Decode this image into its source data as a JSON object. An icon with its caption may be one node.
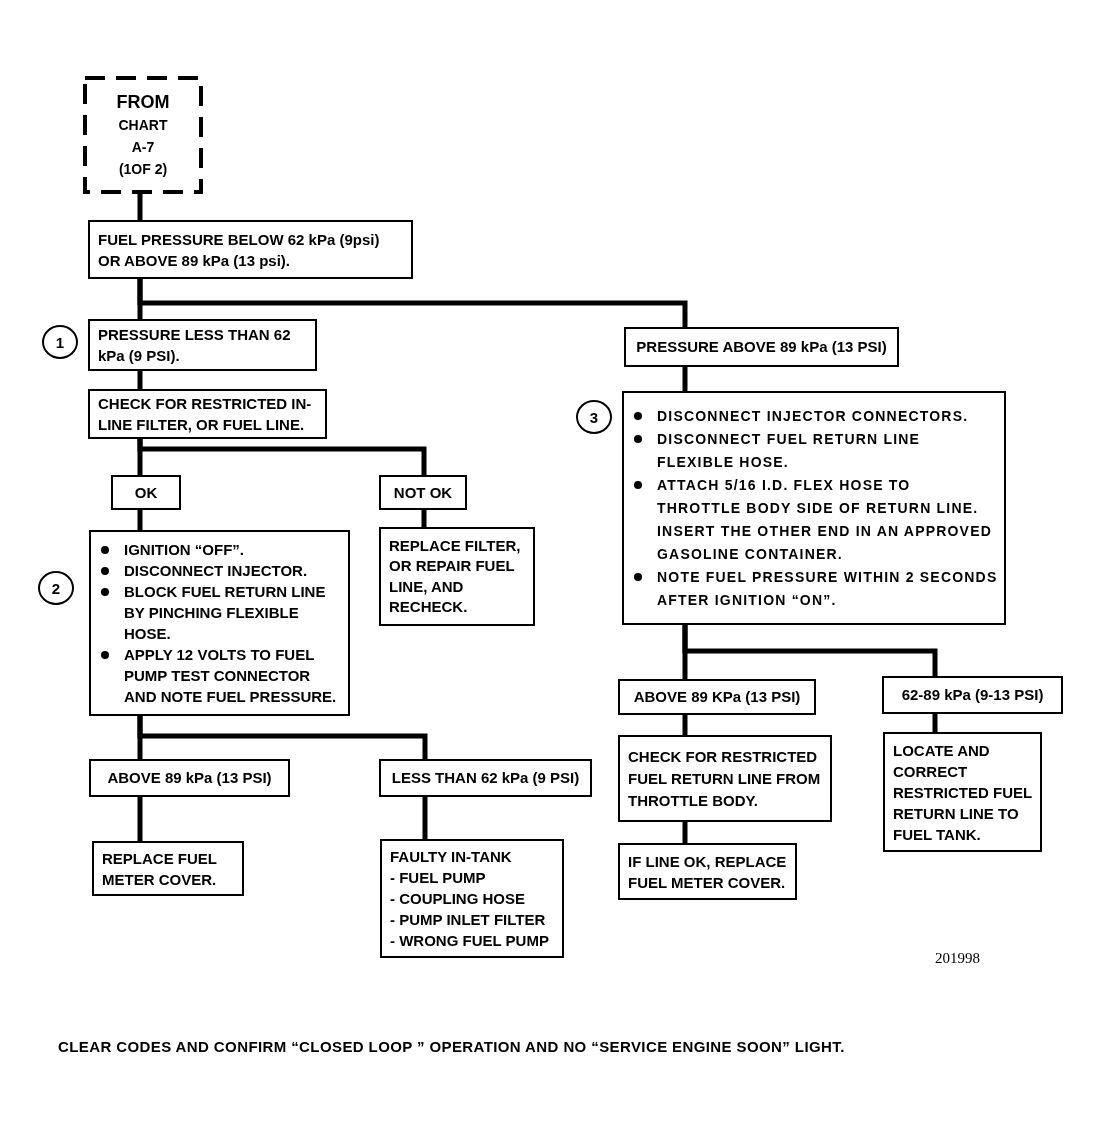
{
  "diagram": {
    "nodes": [
      {
        "text": [
          "FROM",
          "CHART A-7 (1OF 2)"
        ]
      },
      {
        "text": [
          "FUEL PRESSURE BELOW 62 kPa (9psi) OR ABOVE 89 kPa (13 psi)."
        ]
      },
      {
        "text": [
          "PRESSURE LESS THAN 62 kPa (9 PSI)."
        ],
        "beside": [
          "1"
        ]
      },
      {
        "text": [
          "CHECK FOR RESTRICTED IN-LINE FILTER, OR FUEL LINE."
        ]
      },
      {
        "text": [
          "OK"
        ]
      },
      {
        "text": [
          "NOT OK"
        ]
      },
      {
        "text": [
          "IGNITION “OFF”.",
          "DISCONNECT INJECTOR.",
          "BLOCK FUEL RETURN LINE BY PINCHING FLEXIBLE HOSE.",
          "APPLY 12 VOLTS TO FUEL PUMP TEST CONNECTOR AND NOTE FUEL PRESSURE."
        ],
        "beside": [
          "2"
        ]
      },
      {
        "text": [
          "REPLACE FILTER, OR REPAIR FUEL LINE, AND RECHECK."
        ]
      },
      {
        "text": [
          "ABOVE 89 kPa (13 PSI)"
        ]
      },
      {
        "text": [
          "LESS THAN 62 kPa (9 PSI)"
        ]
      },
      {
        "text": [
          "REPLACE FUEL METER COVER."
        ]
      },
      {
        "text": [
          "FAULTY IN-TANK",
          "- FUEL PUMP",
          "- COUPLING HOSE",
          "- PUMP INLET FILTER",
          "- WRONG FUEL PUMP"
        ]
      },
      {
        "text": [
          "PRESSURE ABOVE 89 kPa (13 PSI)"
        ]
      },
      {
        "text": [
          "DISCONNECT INJECTOR CONNECTORS.",
          "DISCONNECT FUEL RETURN LINE FLEXIBLE HOSE.",
          "ATTACH 5/16 I.D. FLEX HOSE TO THROTTLE BODY SIDE OF RETURN LINE. INSERT THE OTHER END IN AN APPROVED GASOLINE CONTAINER.",
          "NOTE FUEL PRESSURE WITHIN 2 SECONDS AFTER IGNITION “ON”."
        ],
        "beside": [
          "3"
        ]
      },
      {
        "text": [
          "ABOVE 89 KPa (13 PSI)"
        ]
      },
      {
        "text": [
          "62-89 kPa (9-13 PSI)"
        ]
      },
      {
        "text": [
          "CHECK FOR RESTRICTED FUEL RETURN LINE FROM THROTTLE BODY."
        ]
      },
      {
        "text": [
          "IF LINE OK, REPLACE FUEL METER COVER."
        ]
      },
      {
        "text": [
          "LOCATE AND CORRECT RESTRICTED FUEL RETURN LINE TO FUEL TANK."
        ]
      }
    ],
    "edges": [
      {
        "from": 0,
        "to": 1,
        "arrow": "none"
      },
      {
        "from": 1,
        "to": 2,
        "arrow": "none"
      },
      {
        "from": 1,
        "to": 12,
        "arrow": "none"
      },
      {
        "from": 2,
        "to": 3,
        "arrow": "none"
      },
      {
        "from": 3,
        "to": 4,
        "arrow": "none"
      },
      {
        "from": 3,
        "to": 5,
        "arrow": "none"
      },
      {
        "from": 4,
        "to": 6,
        "arrow": "none"
      },
      {
        "from": 5,
        "to": 7,
        "arrow": "none"
      },
      {
        "from": 6,
        "to": 8,
        "arrow": "none"
      },
      {
        "from": 6,
        "to": 9,
        "arrow": "none"
      },
      {
        "from": 8,
        "to": 10,
        "arrow": "none"
      },
      {
        "from": 9,
        "to": 11,
        "arrow": "none"
      },
      {
        "from": 12,
        "to": 13,
        "arrow": "none"
      },
      {
        "from": 13,
        "to": 14,
        "arrow": "none"
      },
      {
        "from": 13,
        "to": 15,
        "arrow": "none"
      },
      {
        "from": 14,
        "to": 16,
        "arrow": "none"
      },
      {
        "from": 16,
        "to": 17,
        "arrow": "none"
      },
      {
        "from": 15,
        "to": 18,
        "arrow": "none"
      }
    ],
    "labels": [
      "201998",
      "CLEAR CODES AND CONFIRM “CLOSED LOOP ” OPERATION AND NO “SERVICE ENGINE SOON” LIGHT."
    ]
  }
}
